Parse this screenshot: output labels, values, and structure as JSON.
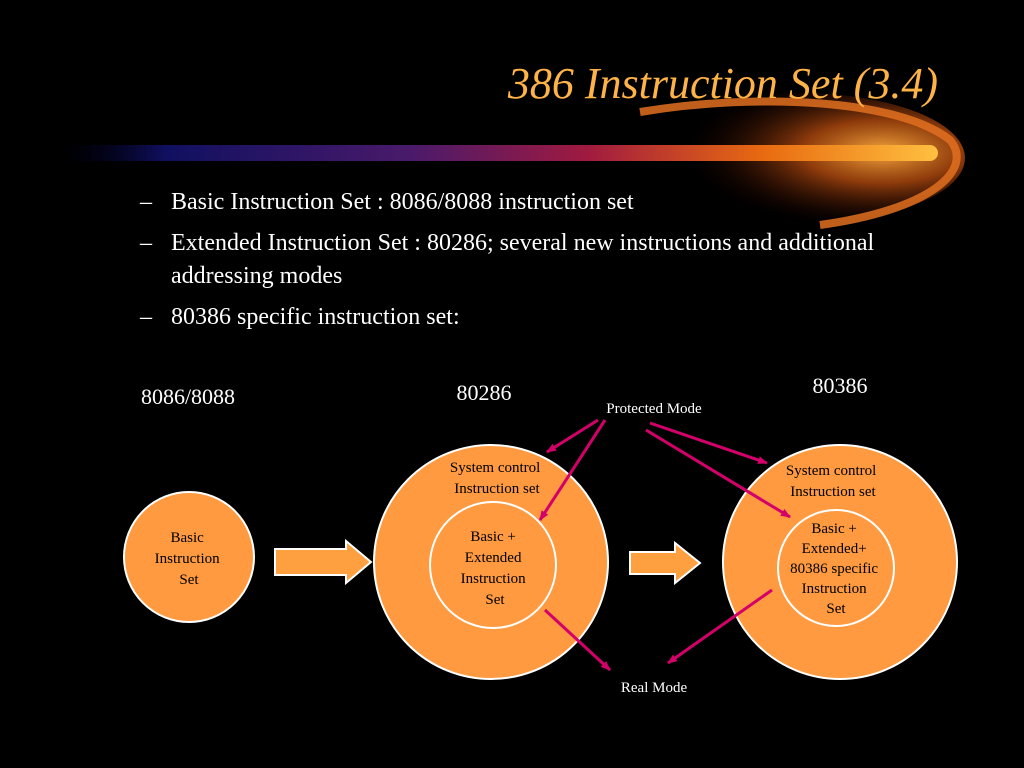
{
  "title": "386 Instruction Set (3.4)",
  "bullets": [
    {
      "dash": "–",
      "text": "Basic Instruction Set : 8086/8088 instruction set"
    },
    {
      "dash": "–",
      "text": "Extended Instruction Set : 80286; several new instructions and additional addressing modes"
    },
    {
      "dash": "–",
      "text": "80386 specific instruction set:"
    }
  ],
  "diagram": {
    "labels": {
      "cpu_8086": "8086/8088",
      "cpu_80286": "80286",
      "cpu_80386": "80386",
      "protected_mode": "Protected Mode",
      "real_mode": "Real Mode"
    },
    "circle_8086": [
      "Basic",
      "Instruction",
      "Set"
    ],
    "outer_80286": [
      "System control",
      "Instruction set"
    ],
    "inner_80286": [
      "Basic +",
      "Extended",
      "Instruction",
      "Set"
    ],
    "outer_80386": [
      "System control",
      "Instruction set"
    ],
    "inner_80386": [
      "Basic +",
      "Extended+",
      "80386 specific",
      "Instruction",
      "Set"
    ]
  },
  "colors": {
    "background": "#000000",
    "title": "#FFB347",
    "circle_fill": "#FF9A40",
    "circle_stroke": "#FFFFFF",
    "arrow_line": "#D4006A",
    "block_arrow_fill": "#FFA040",
    "text": "#FFFFFF",
    "diagram_text": "#000000"
  }
}
